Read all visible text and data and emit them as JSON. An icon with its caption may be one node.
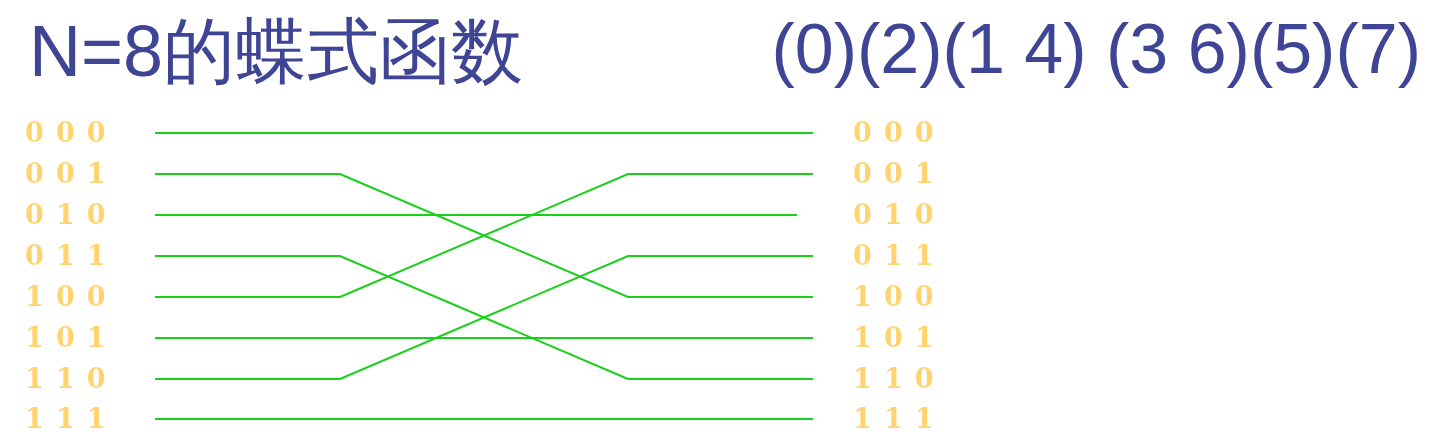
{
  "diagram": {
    "title": "N=8的蝶式函数",
    "nodes": [
      {
        "text": [
          "000"
        ]
      },
      {
        "text": [
          "001"
        ]
      },
      {
        "text": [
          "010"
        ]
      },
      {
        "text": [
          "011"
        ]
      },
      {
        "text": [
          "100"
        ]
      },
      {
        "text": [
          "101"
        ]
      },
      {
        "text": [
          "110"
        ]
      },
      {
        "text": [
          "111"
        ]
      },
      {
        "text": [
          "000"
        ]
      },
      {
        "text": [
          "001"
        ]
      },
      {
        "text": [
          "010"
        ]
      },
      {
        "text": [
          "011"
        ]
      },
      {
        "text": [
          "100"
        ]
      },
      {
        "text": [
          "101"
        ]
      },
      {
        "text": [
          "110"
        ]
      },
      {
        "text": [
          "111"
        ]
      }
    ],
    "edges": [
      {
        "from": 0,
        "to": 8,
        "arrow": "none"
      },
      {
        "from": 1,
        "to": 12,
        "arrow": "none"
      },
      {
        "from": 2,
        "to": 10,
        "arrow": "none"
      },
      {
        "from": 3,
        "to": 14,
        "arrow": "none"
      },
      {
        "from": 4,
        "to": 9,
        "arrow": "none"
      },
      {
        "from": 5,
        "to": 13,
        "arrow": "none"
      },
      {
        "from": 6,
        "to": 11,
        "arrow": "none"
      },
      {
        "from": 7,
        "to": 15,
        "arrow": "none"
      }
    ],
    "labels": [
      "(0)(2)(1 4) (3 6)(5)(7)"
    ]
  }
}
